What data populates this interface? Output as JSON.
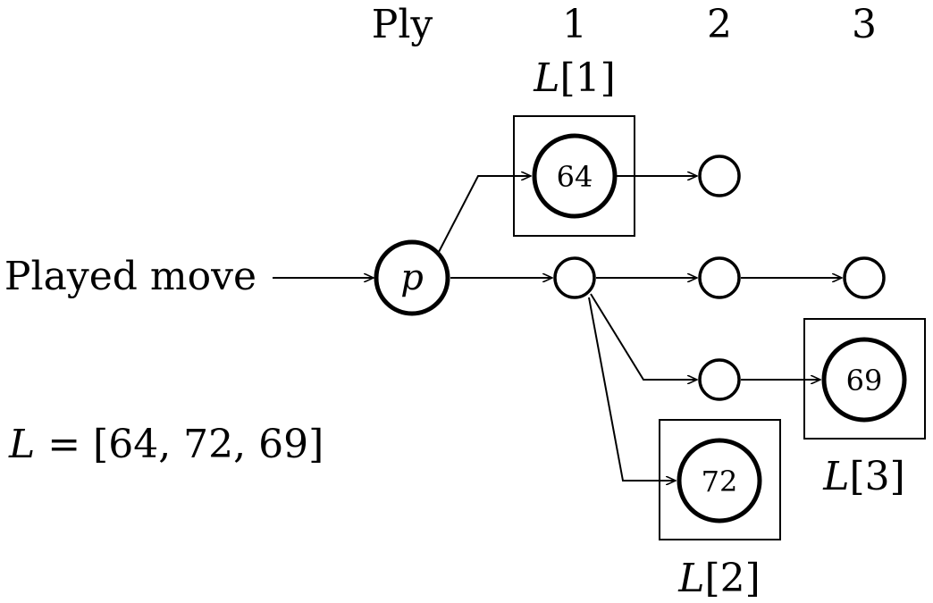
{
  "header": {
    "ply_label": "Ply",
    "ply_numbers": [
      "1",
      "2",
      "3"
    ]
  },
  "played_move_label": "Played move",
  "root_label": "p",
  "list_text": {
    "var": "L",
    "equals": " = [64, 72, 69]"
  },
  "highlighted": [
    {
      "value": "64",
      "tag_var": "L",
      "tag_index": "[1]"
    },
    {
      "value": "72",
      "tag_var": "L",
      "tag_index": "[2]"
    },
    {
      "value": "69",
      "tag_var": "L",
      "tag_index": "[3]"
    }
  ]
}
